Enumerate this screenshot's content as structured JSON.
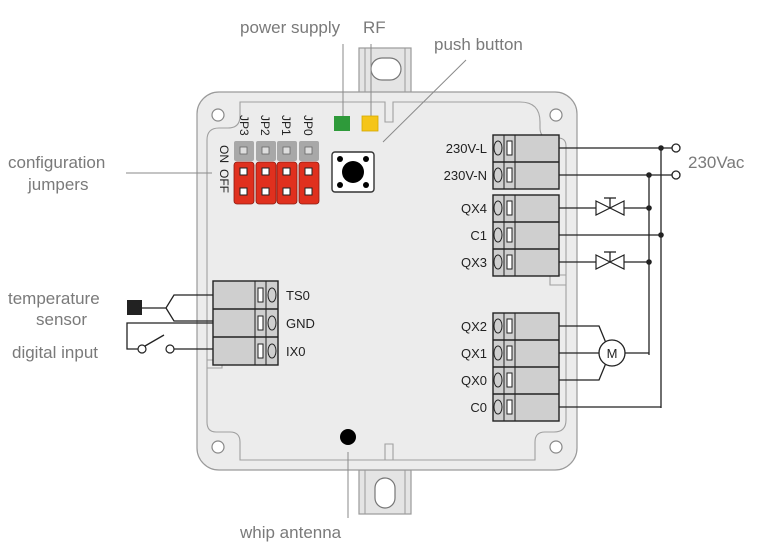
{
  "diagram": {
    "title": "Wireless controller wiring diagram",
    "callouts": {
      "power_supply": "power supply",
      "rf": "RF",
      "push_button": "push button",
      "configuration_jumpers_line1": "configuration",
      "configuration_jumpers_line2": "jumpers",
      "temperature_sensor_line1": "temperature",
      "temperature_sensor_line2": "sensor",
      "digital_input": "digital input",
      "whip_antenna": "whip antenna",
      "mains": "230Vac"
    },
    "jumpers": {
      "labels": [
        "JP3",
        "JP2",
        "JP1",
        "JP0"
      ],
      "on_label": "ON",
      "off_label": "OFF",
      "state": [
        "OFF",
        "OFF",
        "OFF",
        "OFF"
      ]
    },
    "leds": {
      "power_supply_color": "#2e9a3a",
      "rf_color": "#f5c518"
    },
    "left_terminals": [
      "TS0",
      "GND",
      "IX0"
    ],
    "right_terminals_top": [
      "230V-L",
      "230V-N"
    ],
    "right_terminals_mid": [
      "QX4",
      "C1",
      "QX3"
    ],
    "right_terminals_bottom": [
      "QX2",
      "QX1",
      "QX0",
      "C0"
    ],
    "motor_label": "M",
    "colors": {
      "enclosure": "#ececec",
      "terminal_block": "#cfcfcf",
      "jumper_red": "#e0301e",
      "jumper_grey": "#a8a8a8",
      "label_grey": "#7a7a7a"
    }
  }
}
